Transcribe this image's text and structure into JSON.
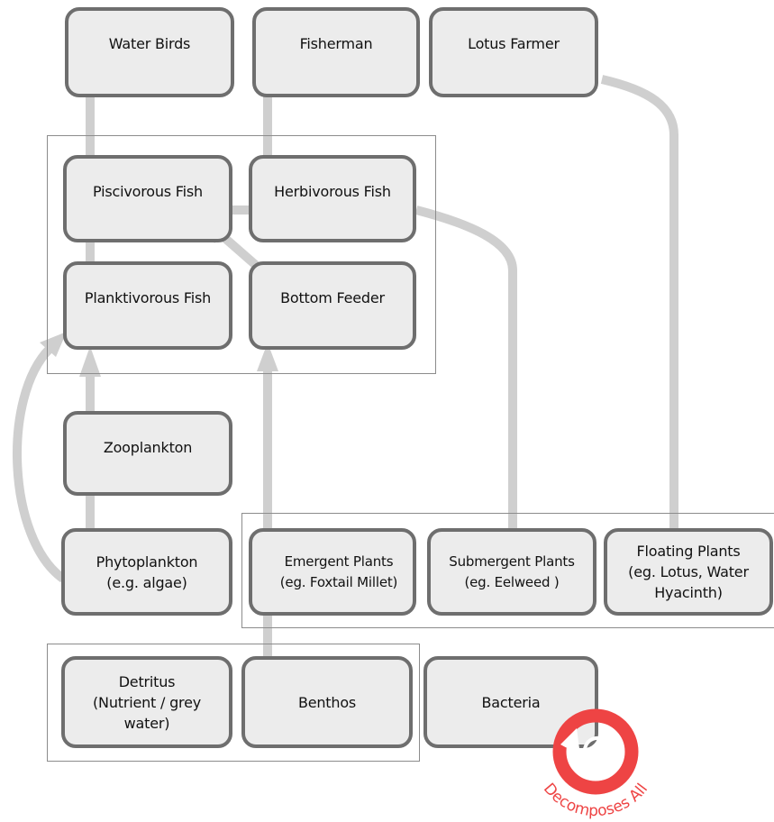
{
  "nodes": {
    "water_birds": "Water Birds",
    "fisherman": "Fisherman",
    "lotus_farmer": "Lotus Farmer",
    "piscivorous_fish": "Piscivorous Fish",
    "herbivorous_fish": "Herbivorous Fish",
    "planktivorous_fish": "Planktivorous Fish",
    "bottom_feeder": "Bottom Feeder",
    "zooplankton": "Zooplankton",
    "phytoplankton": "Phytoplankton\n(e.g. algae)",
    "emergent_plants": "Emergent Plants\n(eg. Foxtail Millet)",
    "submergent_plants": "Submergent  Plants\n(eg. Eelweed )",
    "floating_plants": "Floating Plants\n(eg. Lotus, Water\nHyacinth)",
    "detritus": "Detritus\n(Nutrient / grey\nwater)",
    "benthos": "Benthos",
    "bacteria": "Bacteria"
  },
  "badge": {
    "text": "Decomposes All",
    "color": "#ee4444",
    "icon": "circular-arrow-icon"
  },
  "colors": {
    "arrow": "#cfcfcf",
    "node_fill": "#ececec",
    "node_border": "#6e6e6e",
    "group_border": "#8c8c8c"
  }
}
